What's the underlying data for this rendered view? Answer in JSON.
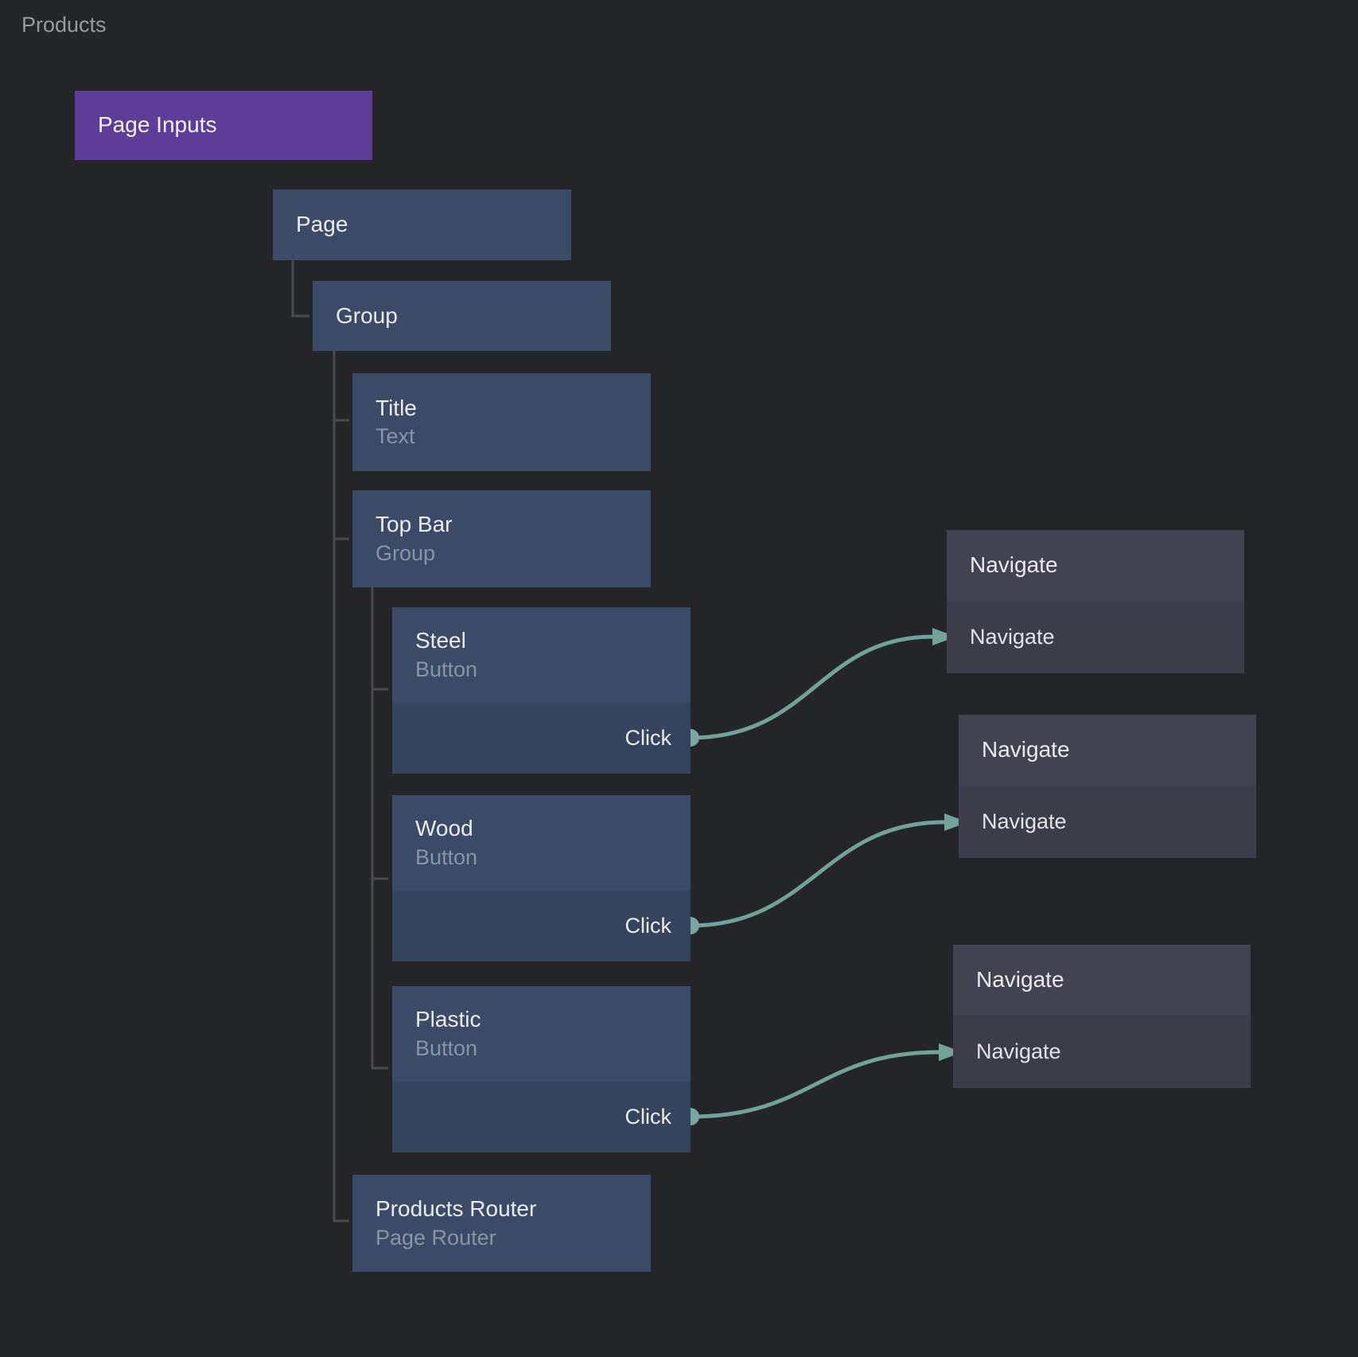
{
  "canvas": {
    "title": "Products"
  },
  "nodes": {
    "page_inputs": {
      "label": "Page Inputs"
    },
    "page": {
      "label": "Page"
    },
    "group": {
      "label": "Group"
    },
    "title": {
      "label": "Title",
      "type": "Text"
    },
    "top_bar": {
      "label": "Top Bar",
      "type": "Group"
    },
    "steel": {
      "label": "Steel",
      "type": "Button",
      "event": "Click"
    },
    "wood": {
      "label": "Wood",
      "type": "Button",
      "event": "Click"
    },
    "plastic": {
      "label": "Plastic",
      "type": "Button",
      "event": "Click"
    },
    "products_router": {
      "label": "Products Router",
      "type": "Page Router"
    },
    "navigate_1": {
      "label": "Navigate",
      "action": "Navigate"
    },
    "navigate_2": {
      "label": "Navigate",
      "action": "Navigate"
    },
    "navigate_3": {
      "label": "Navigate",
      "action": "Navigate"
    }
  },
  "colors": {
    "background": "#242528",
    "node_blue": "#3B4B67",
    "node_blue_dark": "#35435D",
    "accent_purple": "#5E3D98",
    "nav_gray": "#414450",
    "nav_gray_dark": "#3B3E48",
    "connection_teal": "#73A29A",
    "tree_line": "#4B4B4B"
  }
}
